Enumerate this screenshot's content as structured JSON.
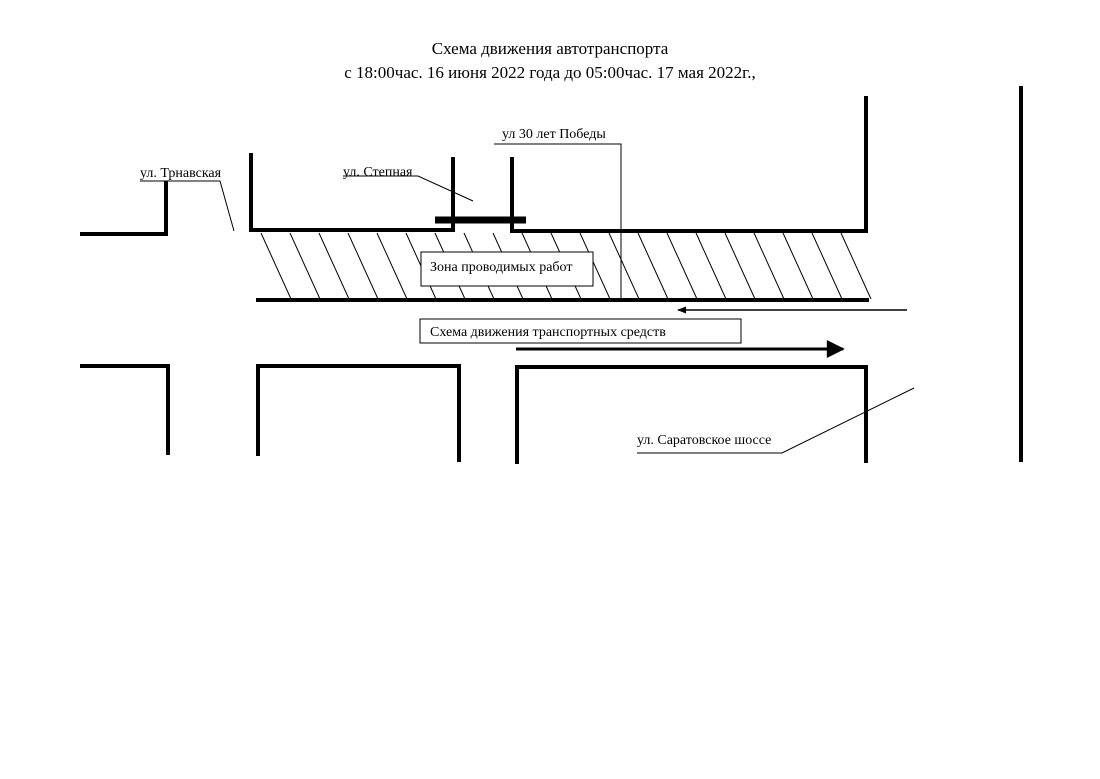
{
  "title": {
    "line1": "Схема движения автотранспорта",
    "line2": "с 18:00час. 16 июня 2022 года до 05:00час. 17 мая 2022г.,"
  },
  "labels": {
    "trnavskaya": "ул. Трнавская",
    "stepnaya": "ул. Степная",
    "pobedy": "ул 30 лет Победы",
    "work_zone": "Зона проводимых работ",
    "traffic_scheme": "Схема движения транспортных средств",
    "saratovskoe": "ул. Саратовское шоссе"
  },
  "colors": {
    "line": "#000000",
    "background": "#ffffff"
  }
}
